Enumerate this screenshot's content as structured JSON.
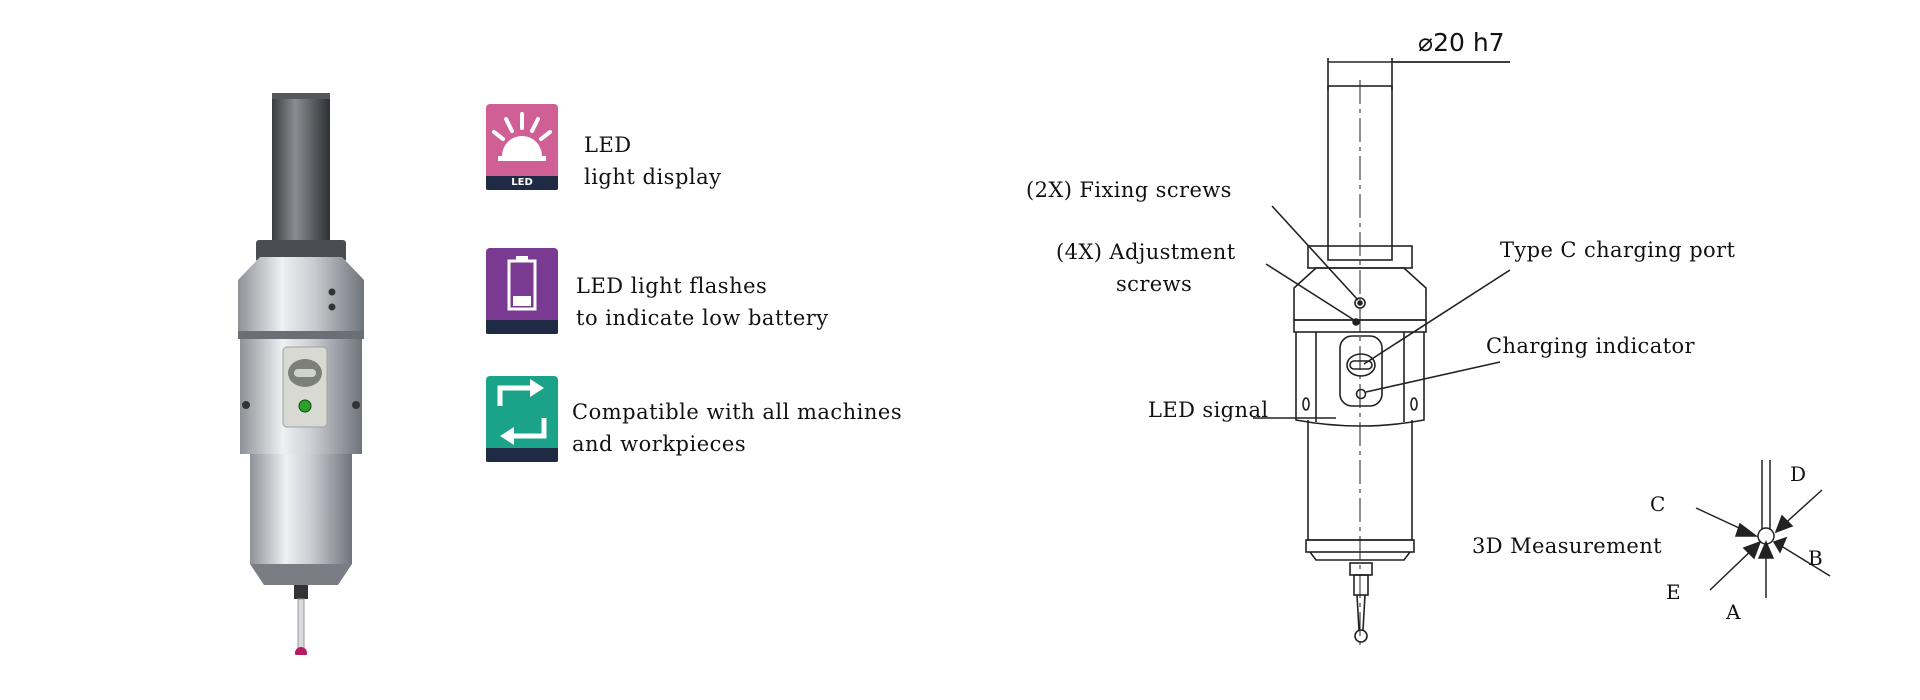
{
  "features": [
    {
      "icon": "led-sun-icon",
      "color": "#cf5f95",
      "band_text": "LED",
      "line1": "LED",
      "line2": "light display"
    },
    {
      "icon": "battery-icon",
      "color": "#7b3a92",
      "band_text": "",
      "line1": "LED light flashes",
      "line2": "to indicate low battery"
    },
    {
      "icon": "cycle-arrows-icon",
      "color": "#1aa388",
      "band_text": "",
      "line1": "Compatible with all machines",
      "line2": "and workpieces"
    }
  ],
  "diagram": {
    "dimension": "20 h7",
    "diameter_symbol": "⌀",
    "labels": {
      "fixing": "(2X) Fixing screws",
      "adjust_1": "(4X) Adjustment",
      "adjust_2": "screws",
      "typec": "Type C charging port",
      "charging": "Charging indicator",
      "led_signal": "LED signal",
      "measurement": "3D Measurement"
    },
    "directions": [
      "A",
      "B",
      "C",
      "D",
      "E"
    ]
  }
}
